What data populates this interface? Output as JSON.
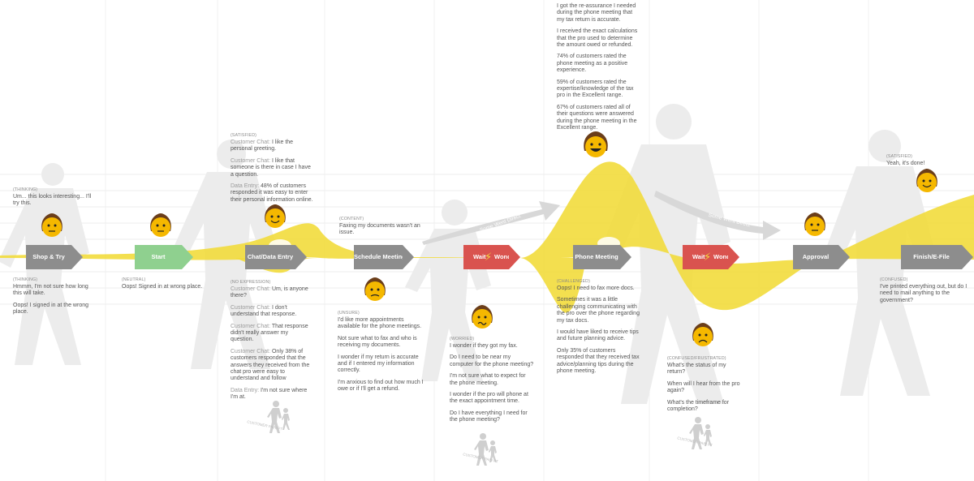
{
  "stages": [
    {
      "label": "Shop & Try",
      "color": "gray"
    },
    {
      "label": "Start",
      "color": "green"
    },
    {
      "label": "Chat/Data Entry",
      "color": "gray"
    },
    {
      "label": "Schedule Meeting",
      "color": "gray"
    },
    {
      "label": "Wait",
      "label2": "Wonder",
      "color": "red"
    },
    {
      "label": "Phone Meeting",
      "color": "gray"
    },
    {
      "label": "Wait",
      "label2": "Wonder",
      "color": "red"
    },
    {
      "label": "Approval",
      "color": "gray"
    },
    {
      "label": "Finish/E-File",
      "color": "gray"
    }
  ],
  "callouts": [
    "Some Went Direct",
    "Some Went Direct"
  ],
  "notes": {
    "n1": {
      "tag": "(THINKING)",
      "lines": [
        "Um... this looks interesting... I'll try this."
      ]
    },
    "n2": {
      "tag": "(THINKING)",
      "lines": [
        "Hmmm, I'm not sure how long this will take.",
        "Oops! I signed in at the wrong place."
      ]
    },
    "n3": {
      "tag": "(NEUTRAL)",
      "lines": [
        "Oops! Signed in at wrong place."
      ]
    },
    "n4": {
      "tag": "(SATISFIED)",
      "items": [
        {
          "label": "Customer Chat:",
          "text": " I like the personal greeting."
        },
        {
          "label": "Customer Chat:",
          "text": " I like that someone is there in case I have a question."
        },
        {
          "label": "Data Entry:",
          "text": " 48% of customers responded it was easy to enter their personal information online."
        }
      ]
    },
    "n5": {
      "tag": "(NO EXPRESSION)",
      "items": [
        {
          "label": "Customer Chat:",
          "text": " Um, is anyone there?"
        },
        {
          "label": "Customer Chat:",
          "text": " I don't understand that response."
        },
        {
          "label": "Customer Chat:",
          "text": " That response didn't really answer my question."
        },
        {
          "label": "Customer Chat:",
          "text": " Only 38% of customers responded that the answers they received from the chat pro were easy to understand and follow"
        },
        {
          "label": "Data Entry:",
          "text": " I'm not sure where I'm at."
        }
      ]
    },
    "n6": {
      "tag": "(CONTENT)",
      "lines": [
        "Faxing my documents wasn't an issue."
      ]
    },
    "n7": {
      "tag": "(UNSURE)",
      "lines": [
        "I'd like more appointments available for the phone meetings.",
        "Not sure what to fax and who is receiving my documents.",
        "I wonder if my return is accurate and if I entered my information correctly.",
        "I'm anxious to find out how much I owe or if I'll get a refund."
      ]
    },
    "n8": {
      "tag": "(WORRIED)",
      "lines": [
        "I wonder if they got my fax.",
        "Do I need to be near my computer for the phone meeting?",
        "I'm not sure what to expect for the phone meeting.",
        "I wonder if the pro will phone at the exact appointment time.",
        "Do I have everything I need for the phone meeting?"
      ]
    },
    "n9": {
      "tag": "",
      "lines": [
        "I got the re-assurance I needed during the phone meeting that my tax return is accurate.",
        "I received the exact calculations that the pro used to determine the amount owed or refunded.",
        "74% of customers rated the phone meeting as a positive experience.",
        "59% of customers rated the expertise/knowledge of the tax pro in the Excellent range.",
        "67% of customers rated all of their questions were answered during the phone meeting in the Excellent range."
      ]
    },
    "n10": {
      "tag": "(CHALLENGED)",
      "lines": [
        "Oops! I need to fax more docs.",
        "Sometimes it was a little challenging communicating with the pro over the phone regarding my tax docs.",
        "I would have liked to receive tips and future planning advice.",
        "Only 35% of customers responded that they received tax advice/planning tips during the phone meeting."
      ]
    },
    "n11": {
      "tag": "(CONFUSED/FRUSTRATED)",
      "lines": [
        "What's the status of my return?",
        "When will I hear from the pro again?",
        "What's the timeframe for completion?"
      ]
    },
    "n12": {
      "tag": "(SATISFIED)",
      "lines": [
        "Yeah, it's done!"
      ]
    },
    "n13": {
      "tag": "(CONFUSED)",
      "lines": [
        "I've printed everything out, but do I need to mail anything to the government?"
      ]
    }
  },
  "stamp_text": "CUSTOMER PAIN PT",
  "colors": {
    "curve": "#f2dc3c",
    "stage_gray": "#8d8d8d",
    "stage_green": "#8fd08f",
    "stage_red": "#d9534f",
    "face": "#f5b800"
  }
}
